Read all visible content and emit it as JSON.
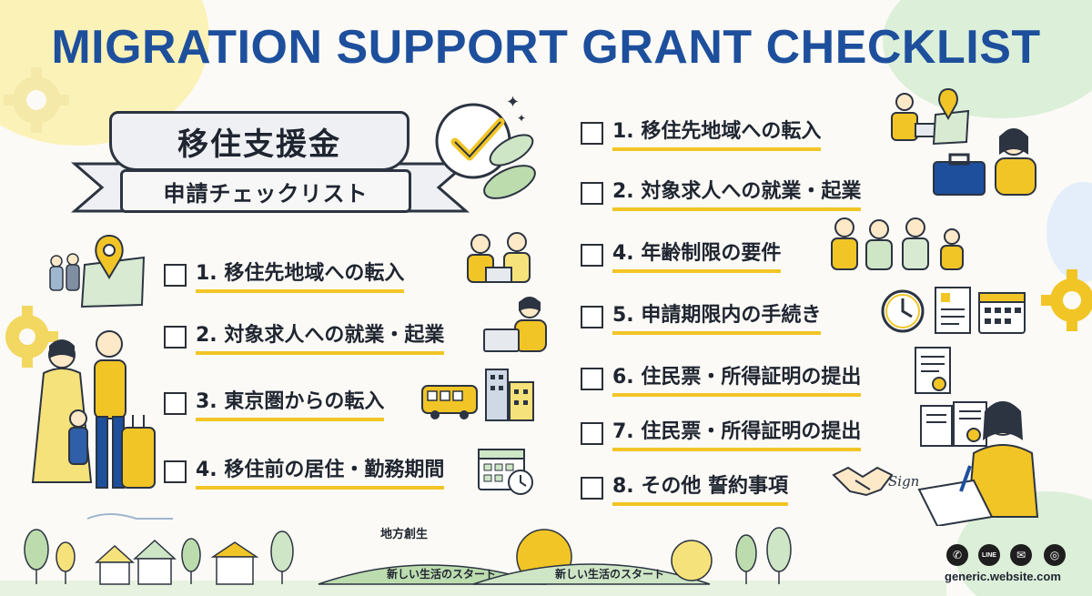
{
  "title": "MIGRATION SUPPORT GRANT CHECKLIST",
  "ribbon": {
    "main": "移住支援金",
    "sub": "申請チェックリスト"
  },
  "left_list": [
    "1. 移住先地域への転入",
    "2. 対象求人への就業・起業",
    "3. 東京圏からの転入",
    "4. 移住前の居住・勤務期間"
  ],
  "right_list": [
    "1. 移住先地域への転入",
    "2. 対象求人への就業・起業",
    "4. 年齢制限の要件",
    "5. 申請期限内の手続き",
    "6. 住民票・所得証明の提出",
    "7. 住民票・所得証明の提出",
    "8. その他 誓約事項"
  ],
  "footer": {
    "slogan": "地方創生",
    "hill_label_1": "新しい生活のスタート",
    "hill_label_2": "新しい生活のスタート",
    "sign_text": "Sign",
    "line_label": "LINE",
    "url": "generic.website.com"
  },
  "colors": {
    "title_blue": "#1d4f9c",
    "accent_yellow": "#f2c526",
    "ink": "#1f2530",
    "soft_green": "#d6ecd2"
  },
  "icons": [
    "checkmark-badge-icon",
    "leaf-icon",
    "map-pin-icon",
    "family-icon",
    "office-workers-icon",
    "laptop-worker-icon",
    "bus-icon",
    "buildings-icon",
    "calendar-icon",
    "briefcase-icon",
    "elderly-people-icon",
    "clock-icon",
    "document-icon",
    "certificate-icon",
    "handshake-icon",
    "signing-woman-icon",
    "phone-icon",
    "line-icon",
    "mail-icon",
    "globe-icon"
  ]
}
